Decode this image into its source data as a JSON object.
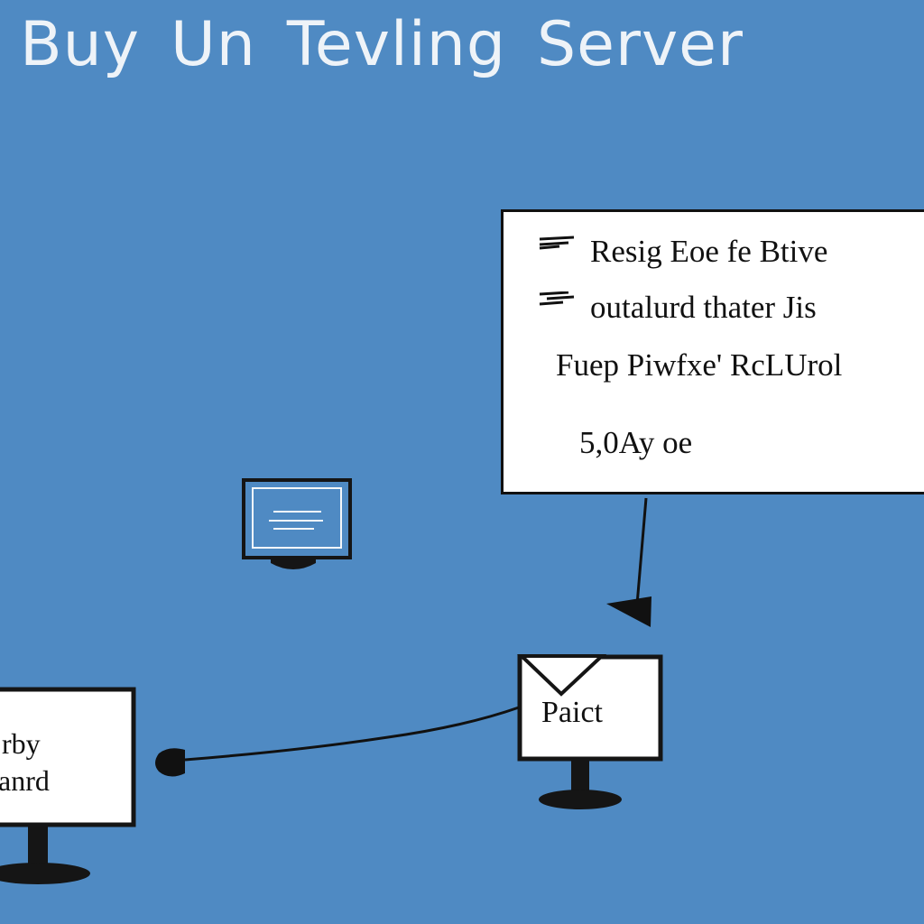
{
  "header": {
    "title_words": [
      "Buy",
      "Un",
      "Tevling",
      "Server"
    ]
  },
  "callout": {
    "lines": [
      "Resig Eoe fe Btive",
      "outalurd thater Jis",
      "Fuep Piwfxe' RcLUrol",
      "5,0Ay oe"
    ]
  },
  "left_monitor": {
    "lines": [
      "rby",
      "anrd"
    ]
  },
  "right_monitor": {
    "label": "Paict"
  },
  "icons": {
    "small_monitor": "computer-monitor-icon",
    "envelope": "envelope-icon",
    "plug": "plug-icon"
  },
  "colors": {
    "background": "#4f8ac3",
    "title": "#eef3f8",
    "screen": "#ffffff",
    "small_screen": "#4f8ac3",
    "outline": "#111111"
  }
}
